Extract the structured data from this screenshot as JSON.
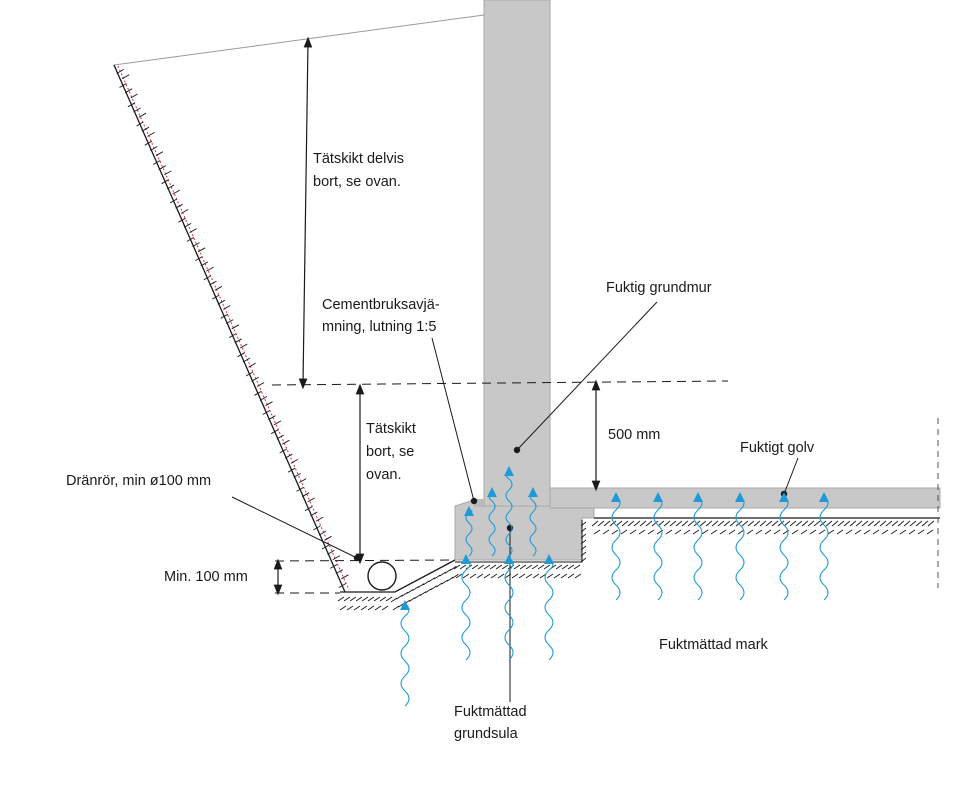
{
  "labels": {
    "tatskikt_delvis_1": "Tätskikt delvis",
    "tatskikt_delvis_2": "bort, se ovan.",
    "cementbruk_1": "Cementbruksavjä-",
    "cementbruk_2": "mning, lutning 1:5",
    "fuktig_grundmur": "Fuktig grundmur",
    "tatskikt_bort_1": "Tätskikt",
    "tatskikt_bort_2": "bort, se",
    "tatskikt_bort_3": "ovan.",
    "mm500": "500 mm",
    "fuktigt_golv": "Fuktigt golv",
    "dranror": "Dränrör, min ø100 mm",
    "min100": "Min. 100 mm",
    "fuktmattad_mark": "Fuktmättad mark",
    "fuktmattad_grundsula_1": "Fuktmättad",
    "fuktmattad_grundsula_2": "grundsula"
  },
  "colors": {
    "concrete": "#c8c8c8",
    "concrete_edge": "#a8a8a8",
    "moisture": "#1e9ad6",
    "line": "#1a1a1a",
    "membrane": "#e0283c"
  }
}
